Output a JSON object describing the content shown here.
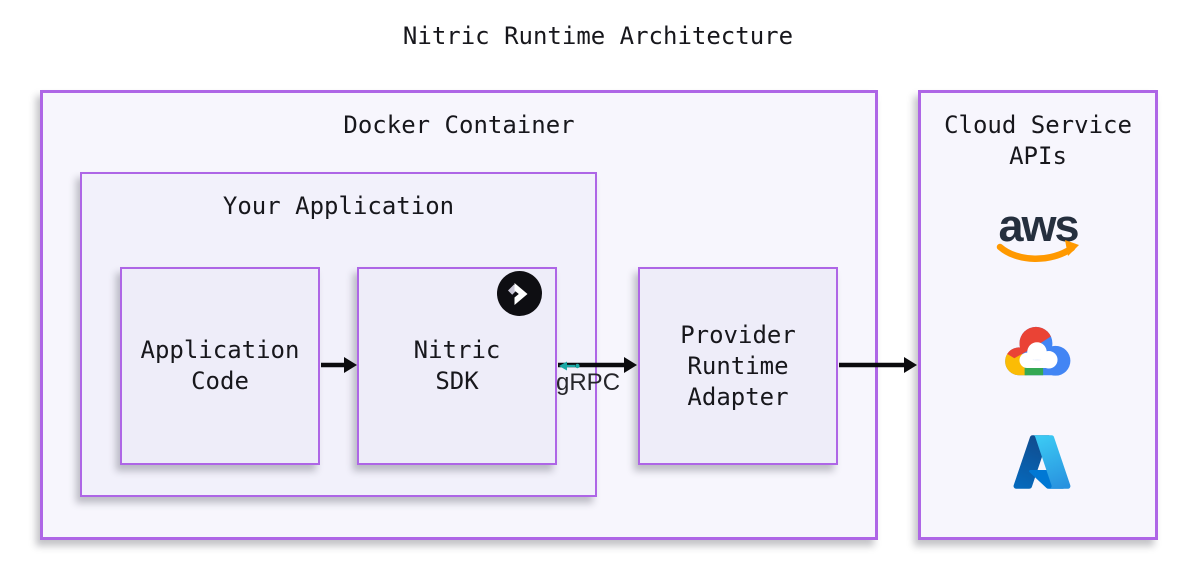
{
  "title": "Nitric Runtime Architecture",
  "docker_container": {
    "label": "Docker Container"
  },
  "your_application": {
    "label": "Your Application"
  },
  "application_code": {
    "label": "Application Code"
  },
  "nitric_sdk": {
    "label": "Nitric SDK"
  },
  "provider_runtime_adapter": {
    "label": "Provider Runtime Adapter"
  },
  "cloud_service_apis": {
    "label": "Cloud Service APIs",
    "providers": [
      {
        "name": "AWS",
        "icon": "aws-logo",
        "wordmark": "aws"
      },
      {
        "name": "Google Cloud",
        "icon": "google-cloud-logo"
      },
      {
        "name": "Microsoft Azure",
        "icon": "azure-logo"
      }
    ]
  },
  "connections": [
    {
      "from": "Application Code",
      "to": "Nitric SDK",
      "label": ""
    },
    {
      "from": "Nitric SDK",
      "to": "Provider Runtime Adapter",
      "label": "gRPC"
    },
    {
      "from": "Provider Runtime Adapter",
      "to": "Cloud Service APIs",
      "label": ""
    }
  ],
  "colors": {
    "box_border": "#ae66e6",
    "outer_fill": "#f7f6fd",
    "leaf_fill": "#eeedf9",
    "arrow": "#0b0b0e",
    "grpc_teal": "#1ba8a5",
    "aws_dark": "#252f3e",
    "aws_orange": "#ff9900",
    "gcp_red": "#ea4335",
    "gcp_blue": "#4285f4",
    "gcp_yellow": "#fbbc05",
    "gcp_green": "#34a853",
    "azure_blue": "#0078d4"
  }
}
